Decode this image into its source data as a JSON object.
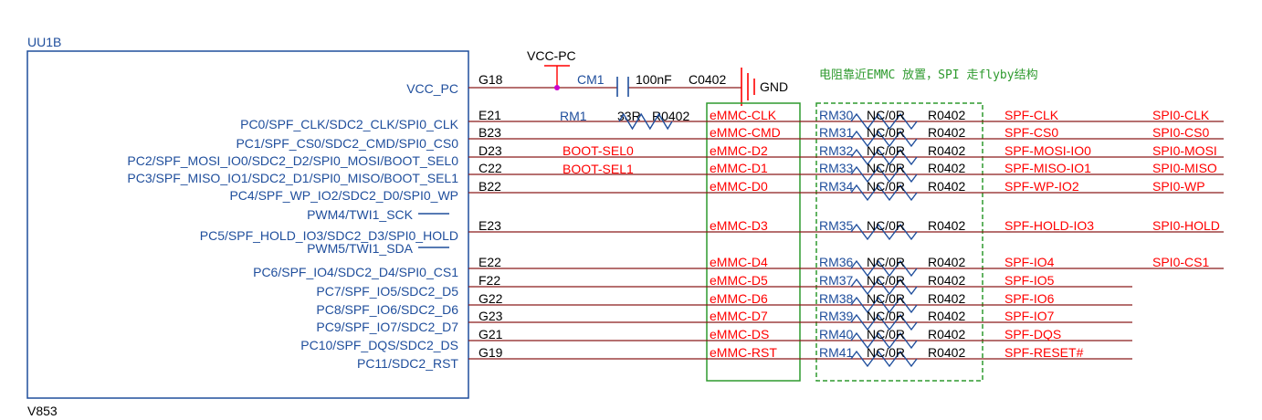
{
  "chip": {
    "ref": "UU1B",
    "part": "V853",
    "power_pin_label": "VCC_PC",
    "power_pin_number": "G18"
  },
  "power": {
    "net": "VCC-PC",
    "cap_ref": "CM1",
    "cap_value": "100nF",
    "cap_package": "C0402",
    "ground": "GND"
  },
  "note": "电阻靠近EMMC 放置，SPI 走flyby结构",
  "rm1": {
    "ref": "RM1",
    "value": "33R",
    "package": "R0402"
  },
  "boot_labels": [
    "BOOT-SEL0",
    "BOOT-SEL1"
  ],
  "pins": [
    {
      "label": "PC0/SPF_CLK/SDC2_CLK/SPI0_CLK",
      "num": "E21",
      "emmc": "eMMC-CLK",
      "rm": "RM30",
      "rval": "NC/0R",
      "rpkg": "R0402",
      "spf": "SPF-CLK",
      "spi": "SPI0-CLK"
    },
    {
      "label": "PC1/SPF_CS0/SDC2_CMD/SPI0_CS0",
      "num": "B23",
      "emmc": "eMMC-CMD",
      "rm": "RM31",
      "rval": "NC/0R",
      "rpkg": "R0402",
      "spf": "SPF-CS0",
      "spi": "SPI0-CS0"
    },
    {
      "label": "PC2/SPF_MOSI_IO0/SDC2_D2/SPI0_MOSI/BOOT_SEL0",
      "num": "D23",
      "emmc": "eMMC-D2",
      "rm": "RM32",
      "rval": "NC/0R",
      "rpkg": "R0402",
      "spf": "SPF-MOSI-IO0",
      "spi": "SPI0-MOSI"
    },
    {
      "label": "PC3/SPF_MISO_IO1/SDC2_D1/SPI0_MISO/BOOT_SEL1",
      "num": "C22",
      "emmc": "eMMC-D1",
      "rm": "RM33",
      "rval": "NC/0R",
      "rpkg": "R0402",
      "spf": "SPF-MISO-IO1",
      "spi": "SPI0-MISO"
    },
    {
      "label": "PC4/SPF_WP_IO2/SDC2_D0/SPI0_WP",
      "num": "B22",
      "emmc": "eMMC-D0",
      "rm": "RM34",
      "rval": "NC/0R",
      "rpkg": "R0402",
      "spf": "SPF-WP-IO2",
      "spi": "SPI0-WP"
    },
    {
      "label": "PC5/SPF_HOLD_IO3/SDC2_D3/SPI0_HOLD",
      "num": "E23",
      "emmc": "eMMC-D3",
      "rm": "RM35",
      "rval": "NC/0R",
      "rpkg": "R0402",
      "spf": "SPF-HOLD-IO3",
      "spi": "SPI0-HOLD"
    },
    {
      "label": "PC6/SPF_IO4/SDC2_D4/SPI0_CS1",
      "num": "E22",
      "emmc": "eMMC-D4",
      "rm": "RM36",
      "rval": "NC/0R",
      "rpkg": "R0402",
      "spf": "SPF-IO4",
      "spi": "SPI0-CS1"
    },
    {
      "label": "PC7/SPF_IO5/SDC2_D5",
      "num": "F22",
      "emmc": "eMMC-D5",
      "rm": "RM37",
      "rval": "NC/0R",
      "rpkg": "R0402",
      "spf": "SPF-IO5",
      "spi": ""
    },
    {
      "label": "PC8/SPF_IO6/SDC2_D6",
      "num": "G22",
      "emmc": "eMMC-D6",
      "rm": "RM38",
      "rval": "NC/0R",
      "rpkg": "R0402",
      "spf": "SPF-IO6",
      "spi": ""
    },
    {
      "label": "PC9/SPF_IO7/SDC2_D7",
      "num": "G23",
      "emmc": "eMMC-D7",
      "rm": "RM39",
      "rval": "NC/0R",
      "rpkg": "R0402",
      "spf": "SPF-IO7",
      "spi": ""
    },
    {
      "label": "PC10/SPF_DQS/SDC2_DS",
      "num": "G21",
      "emmc": "eMMC-DS",
      "rm": "RM40",
      "rval": "NC/0R",
      "rpkg": "R0402",
      "spf": "SPF-DQS",
      "spi": ""
    },
    {
      "label": "PC11/SDC2_RST",
      "num": "G19",
      "emmc": "eMMC-RST",
      "rm": "RM41",
      "rval": "NC/0R",
      "rpkg": "R0402",
      "spf": "SPF-RESET#",
      "spi": ""
    }
  ],
  "alt_funcs": [
    "PWM4/TWI1_SCK",
    "PWM5/TWI1_SDA"
  ],
  "colors": {
    "pin_label": "#1f4e9c",
    "net_label": "#ff0000",
    "wire": "#8b1a1a",
    "note": "#2e9a2e",
    "box_solid": "#2e9a2e"
  }
}
